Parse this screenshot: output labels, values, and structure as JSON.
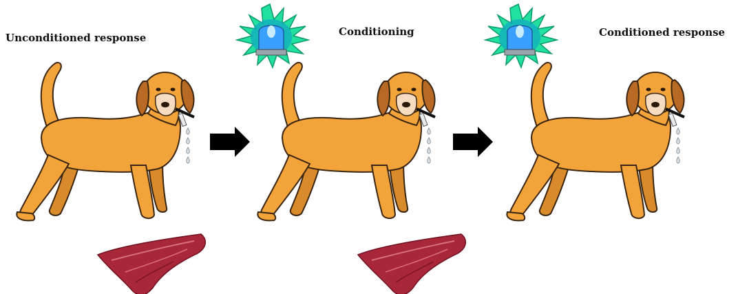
{
  "panels": [
    {
      "label": "Unconditioned response",
      "stimuli": [
        "meat"
      ],
      "response": "salivation"
    },
    {
      "label": "Conditioning",
      "stimuli": [
        "siren-light",
        "meat"
      ],
      "response": "salivation"
    },
    {
      "label": "Conditioned response",
      "stimuli": [
        "siren-light"
      ],
      "response": "salivation"
    }
  ],
  "colors": {
    "dog_body": "#f2a33a",
    "dog_outline": "#3a2510",
    "dog_ear": "#b86a25",
    "dog_muzzle": "#f6dcc0",
    "arrow": "#000000",
    "siren_glow": "#22e0a0",
    "siren_light": "#3aa0ff",
    "meat": "#a8283a",
    "drool": "#b0b8c0"
  }
}
